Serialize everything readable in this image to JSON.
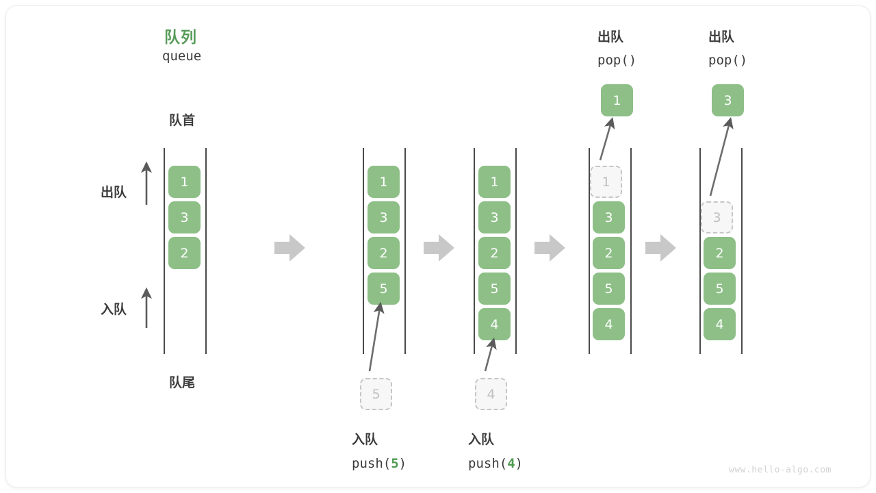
{
  "diagram": {
    "title_cn": "队列",
    "title_en": "queue",
    "front_label": "队首",
    "rear_label": "队尾",
    "dequeue_label": "出队",
    "enqueue_label": "入队",
    "watermark": "www.hello-algo.com",
    "colors": {
      "element_green": "#8dbf87",
      "title_green": "#599c5a",
      "accent_green": "#4e9a51",
      "text_dark": "#3c3c3c",
      "rail": "#4a4a4a",
      "ghost_border": "#c6c6c6",
      "ghost_fill": "#f7f7f7",
      "ghost_text": "#bfbfbf",
      "transition_arrow": "#c8c8c8",
      "watermark": "#d2d2d2"
    }
  },
  "steps": [
    {
      "id": "initial",
      "elements": [
        "1",
        "3",
        "2"
      ],
      "ghost_index": null,
      "offset_slots": 0
    },
    {
      "id": "after-push-5",
      "elements": [
        "1",
        "3",
        "2",
        "5"
      ],
      "ghost_index": null,
      "offset_slots": 0,
      "incoming": {
        "value": "5",
        "caption_cn": "入队",
        "caption_call_prefix": "push(",
        "caption_call_arg": "5",
        "caption_call_suffix": ")"
      }
    },
    {
      "id": "after-push-4",
      "elements": [
        "1",
        "3",
        "2",
        "5",
        "4"
      ],
      "ghost_index": null,
      "offset_slots": 0,
      "incoming": {
        "value": "4",
        "caption_cn": "入队",
        "caption_call_prefix": "push(",
        "caption_call_arg": "4",
        "caption_call_suffix": ")"
      }
    },
    {
      "id": "after-pop-1",
      "elements": [
        "1",
        "3",
        "2",
        "5",
        "4"
      ],
      "ghost_index": 0,
      "offset_slots": 0,
      "outgoing": {
        "value": "1",
        "header_cn": "出队",
        "header_call": "pop()"
      }
    },
    {
      "id": "after-pop-3",
      "elements": [
        "3",
        "2",
        "5",
        "4"
      ],
      "ghost_index": 0,
      "offset_slots": 1,
      "outgoing": {
        "value": "3",
        "header_cn": "出队",
        "header_call": "pop()"
      }
    }
  ],
  "transition_arrows": 4
}
